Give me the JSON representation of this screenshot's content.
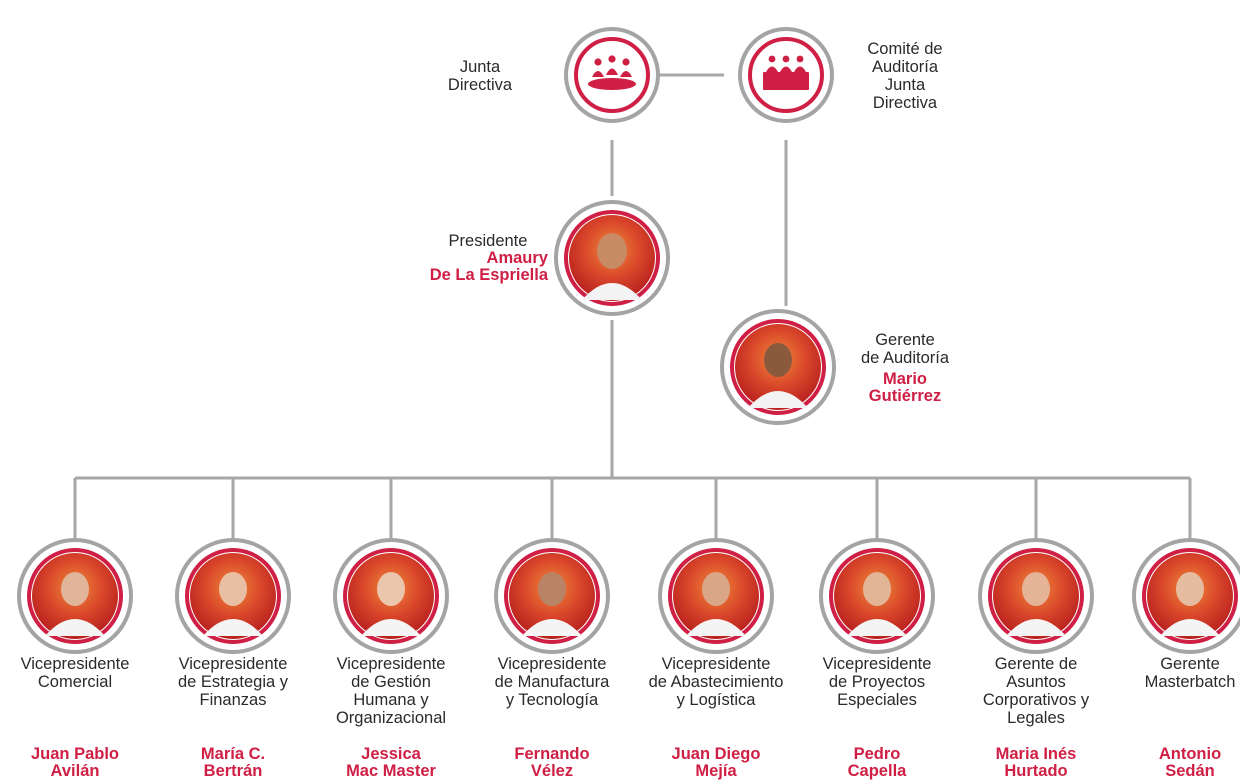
{
  "board": {
    "role": "Junta\nDirectiva",
    "icon": "board-meeting-icon"
  },
  "audit_committee": {
    "role": "Comité de\nAuditoría\nJunta\nDirectiva",
    "icon": "committee-table-icon"
  },
  "president": {
    "role": "Presidente",
    "name": "Amaury\nDe La Espriella"
  },
  "audit_manager": {
    "role": "Gerente\nde Auditoría",
    "name": "Mario\nGutiérrez"
  },
  "executives": [
    {
      "role": "Vicepresidente\nComercial",
      "name": "Juan Pablo\nAvilán"
    },
    {
      "role": "Vicepresidente\nde Estrategia y\nFinanzas",
      "name": "María C.\nBertrán"
    },
    {
      "role": "Vicepresidente\nde Gestión\nHumana y\nOrganizacional",
      "name": "Jessica\nMac Master"
    },
    {
      "role": "Vicepresidente\nde Manufactura\ny Tecnología",
      "name": "Fernando\nVélez"
    },
    {
      "role": "Vicepresidente\nde  Abastecimiento\ny Logística",
      "name": "Juan Diego\nMejía"
    },
    {
      "role": "Vicepresidente\nde Proyectos\nEspeciales",
      "name": "Pedro\nCapella"
    },
    {
      "role": "Gerente de\nAsuntos\nCorporativos y\nLegales",
      "name": "Maria Inés\nHurtado"
    },
    {
      "role": "Gerente\nMasterbatch",
      "name": "Antonio\nSedán"
    }
  ],
  "colors": {
    "accent": "#cf1f44",
    "connector": "#a7a7a7",
    "ring": "#a4a4a4"
  }
}
